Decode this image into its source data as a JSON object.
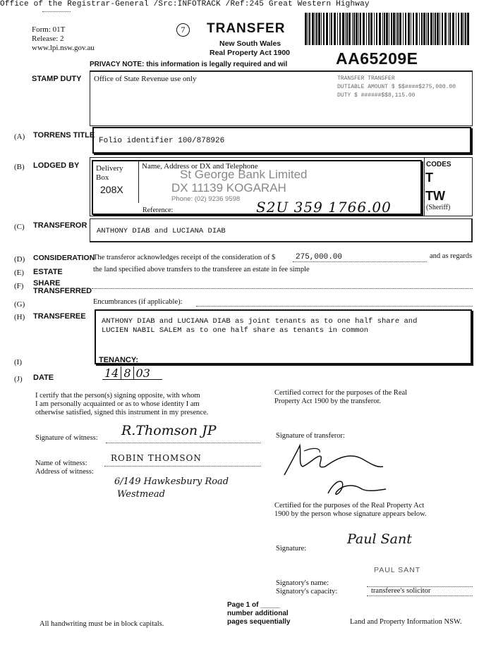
{
  "header_banner": "Office of the Registrar-General /Src:INFOTRACK /Ref:245 Great Western Highway",
  "form_info": {
    "form": "Form:  01T",
    "release": "Release:  2",
    "website": "www.lpi.nsw.gov.au"
  },
  "form_number": "7",
  "title": "TRANSFER",
  "state": "New South Wales",
  "act": "Real Property Act 1900",
  "dealing_number": "AA65209E",
  "privacy_note": "PRIVACY NOTE: this information is legally required and wil",
  "stamp_duty": {
    "label": "STAMP DUTY",
    "box_text": "Office of State Revenue use only",
    "stamp_lines": [
      "TRANSFER  TRANSFER",
      "DUTIABLE AMOUNT $ $$####$275,000.00",
      "DUTY              $ ######$$8,115.00"
    ]
  },
  "sections": {
    "a": {
      "letter": "(A)",
      "label": "TORRENS TITLE",
      "value": "Folio identifier 100/878926"
    },
    "b": {
      "letter": "(B)",
      "label": "LODGED BY",
      "delivery_box_label": "Delivery Box",
      "delivery_box_value": "208X",
      "address_label": "Name, Address or DX and Telephone",
      "lodger_name": "St George Bank Limited",
      "lodger_dx": "DX 11139 KOGARAH",
      "lodger_phone": "Phone: (02) 9236 9598",
      "reference_label": "Reference:",
      "reference_value": "S2U 359 1766.00",
      "codes_label": "CODES",
      "code_1": "T",
      "code_2": "TW",
      "code_2_note": "(Sheriff)"
    },
    "c": {
      "letter": "(C)",
      "label": "TRANSFEROR",
      "value": "ANTHONY DIAB and LUCIANA DIAB"
    },
    "d": {
      "letter": "(D)",
      "label": "CONSIDERATION",
      "text_before": "The transferor acknowledges receipt of the consideration of $",
      "amount": "275,000.00",
      "text_after": "and as regards"
    },
    "e": {
      "letter": "(E)",
      "label": "ESTATE",
      "text": "the land specified above transfers to the transferee an estate in fee simple"
    },
    "f": {
      "letter": "(F)",
      "label_1": "SHARE",
      "label_2": "TRANSFERRED"
    },
    "g": {
      "letter": "(G)",
      "text": "Encumbrances (if applicable):"
    },
    "h": {
      "letter": "(H)",
      "label": "TRANSFEREE",
      "line_1": "ANTHONY DIAB and LUCIANA DIAB as joint tenants as to one half share and",
      "line_2": "LUCIEN NABIL SALEM as to one half share as tenants in common"
    },
    "i": {
      "letter": "(I)",
      "label": "TENANCY:"
    },
    "j": {
      "letter": "(J)",
      "label": "DATE",
      "d1": "14",
      "d2": "8",
      "d3": "03"
    }
  },
  "witness": {
    "cert_1": "I certify that the person(s) signing opposite, with whom",
    "cert_2": "I am personally acquainted or as to whose identity I am",
    "cert_3": "otherwise satisfied, signed this instrument in my presence.",
    "signature_label": "Signature of witness:",
    "signature": "R.Thomson JP",
    "name_label": "Name of witness:",
    "name_value": "ROBIN THOMSON",
    "address_label": "Address of witness:",
    "address_1": "6/149 Hawkesbury Road",
    "address_2": "Westmead"
  },
  "transferor_cert": {
    "line_1": "Certified correct for the purposes of the Real",
    "line_2": "Property Act 1900 by the transferor.",
    "signature_label": "Signature of transferor:"
  },
  "transferee_cert": {
    "line_1": "Certified for the purposes of the Real Property Act",
    "line_2": "1900 by the person whose signature appears below.",
    "signature_label": "Signature:",
    "signature": "Paul Sant",
    "printed_name": "PAUL SANT",
    "name_label": "Signatory's name:",
    "capacity_label": "Signatory's capacity:",
    "capacity_value": "transferee's solicitor"
  },
  "footer": {
    "page_1": "Page 1 of _____",
    "page_2": "number additional",
    "page_3": "pages sequentially",
    "left": "All handwriting must be in block capitals.",
    "right": "Land and Property Information NSW."
  }
}
